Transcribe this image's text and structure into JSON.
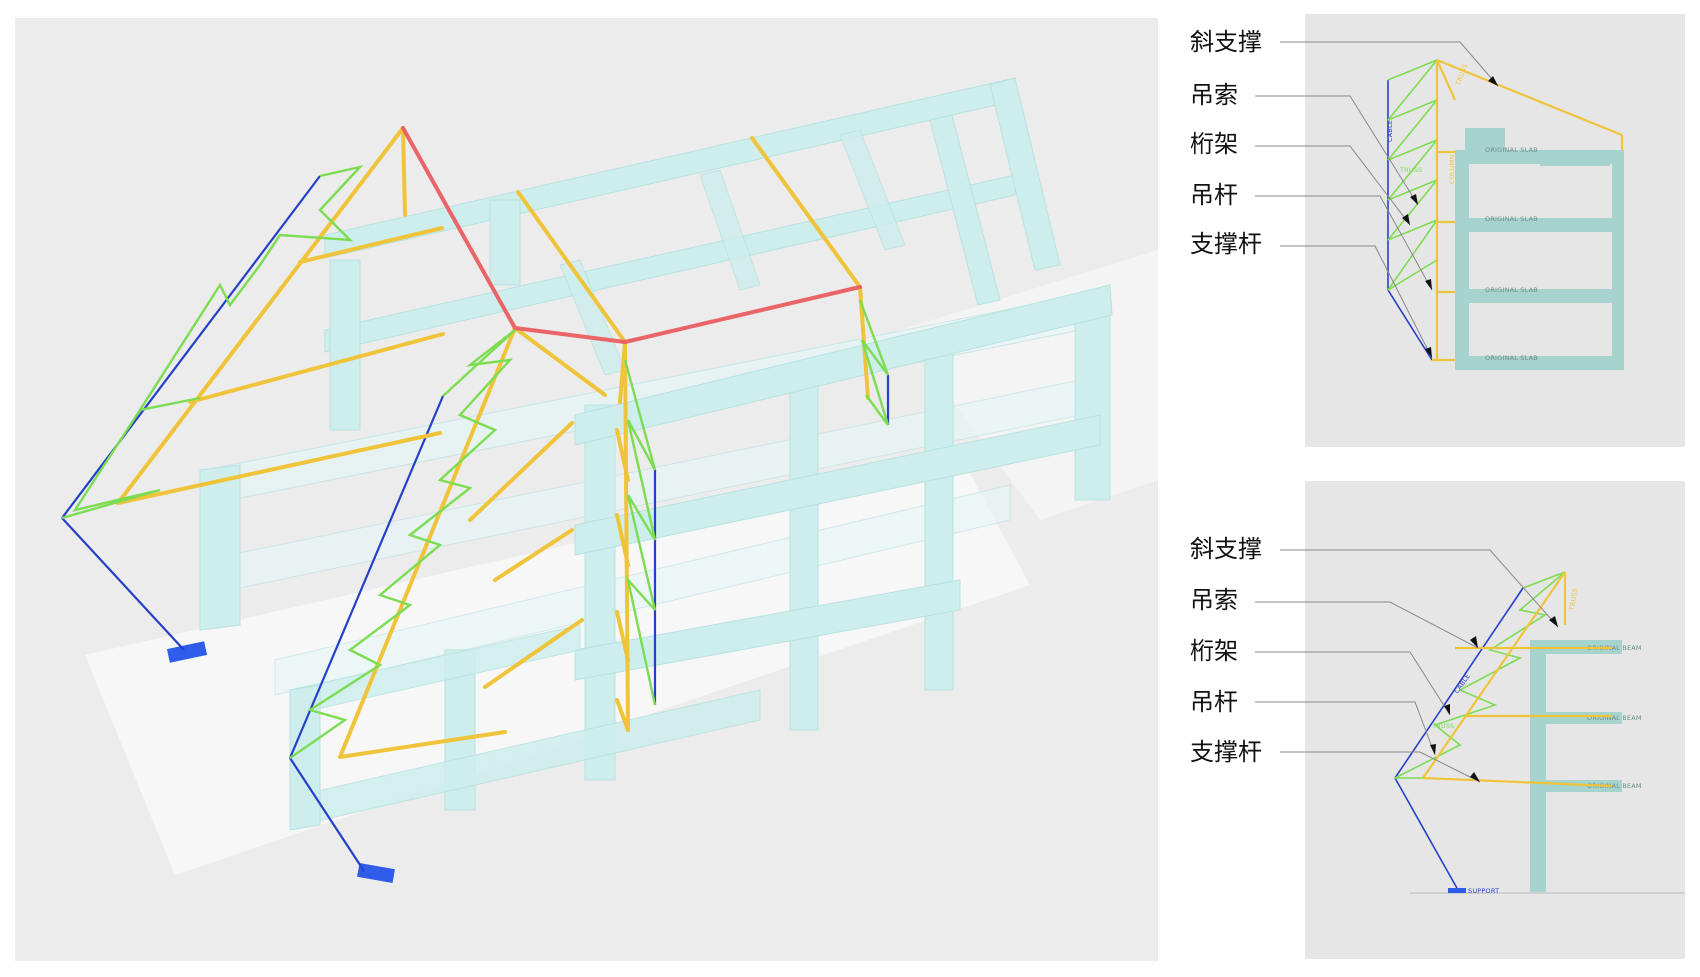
{
  "legend_labels": [
    "斜支撑",
    "吊索",
    "桁架",
    "吊杆",
    "支撑杆"
  ],
  "top_section": {
    "slab_labels": [
      "ORIGINAL SLAB",
      "ORIGINAL SLAB",
      "ORIGINAL SLAB",
      "ORIGINAL SLAB"
    ],
    "truss_label": "TRUSS",
    "strut_label": "TRUSS",
    "hanger_label": "COLUMN",
    "cable_label": "CABLE"
  },
  "bottom_section": {
    "beam_labels": [
      "ORIGINAL BEAM",
      "ORIGINAL BEAM",
      "ORIGINAL BEAM"
    ],
    "cable_label": "CABLE",
    "truss_label": "TRUSS",
    "hanger_label": "TRUSS",
    "support_label": "SUPPORT"
  },
  "colors": {
    "diagonal_brace": "#f0c43a",
    "cable": "#2540c8",
    "truss_web": "#7cdc52",
    "ridge": "#ea6468",
    "existing_structure": "#cdeeed",
    "section_concrete": "#9ccdc8",
    "support": "#2f5ce8"
  }
}
